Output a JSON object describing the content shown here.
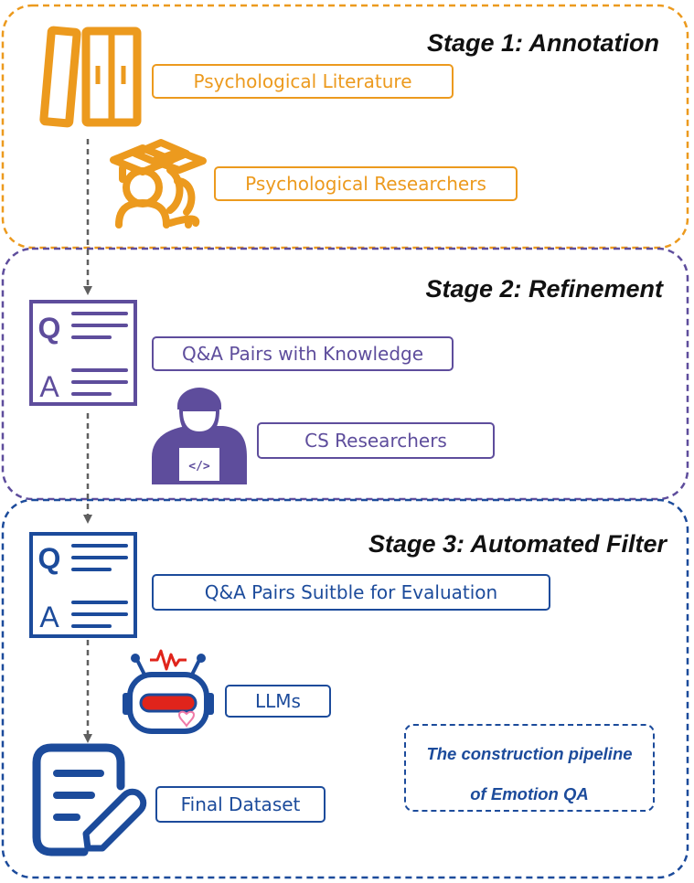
{
  "colors": {
    "stage1": "#ec9a1e",
    "stage2": "#5e4d9c",
    "stage3": "#1c4b9b",
    "arrow": "#5f5f5f",
    "robot_accent": "#e0241b",
    "heart": "#f07aa8"
  },
  "stages": [
    {
      "title": "Stage 1: Annotation"
    },
    {
      "title": "Stage 2: Refinement"
    },
    {
      "title": "Stage 3: Automated Filter"
    }
  ],
  "nodes": {
    "literature": {
      "label": "Psychological Literature",
      "icon": "books-icon"
    },
    "psych_researchers": {
      "label": "Psychological Researchers",
      "icon": "graduate-users-icon"
    },
    "qa_knowledge": {
      "label": "Q&A Pairs with Knowledge",
      "icon": "qa-document-icon"
    },
    "cs_researchers": {
      "label": "CS Researchers",
      "icon": "developer-icon"
    },
    "qa_suitable": {
      "label": "Q&A Pairs Suitble for Evaluation",
      "icon": "qa-document-icon"
    },
    "llms": {
      "label": "LLMs",
      "icon": "robot-icon"
    },
    "final_dataset": {
      "label": "Final Dataset",
      "icon": "document-edit-icon"
    }
  },
  "qa_icon_letters": {
    "q": "Q",
    "a": "A"
  },
  "code_glyph": "</>",
  "caption": {
    "line1": "The construction pipeline",
    "line2": "of Emotion QA"
  }
}
